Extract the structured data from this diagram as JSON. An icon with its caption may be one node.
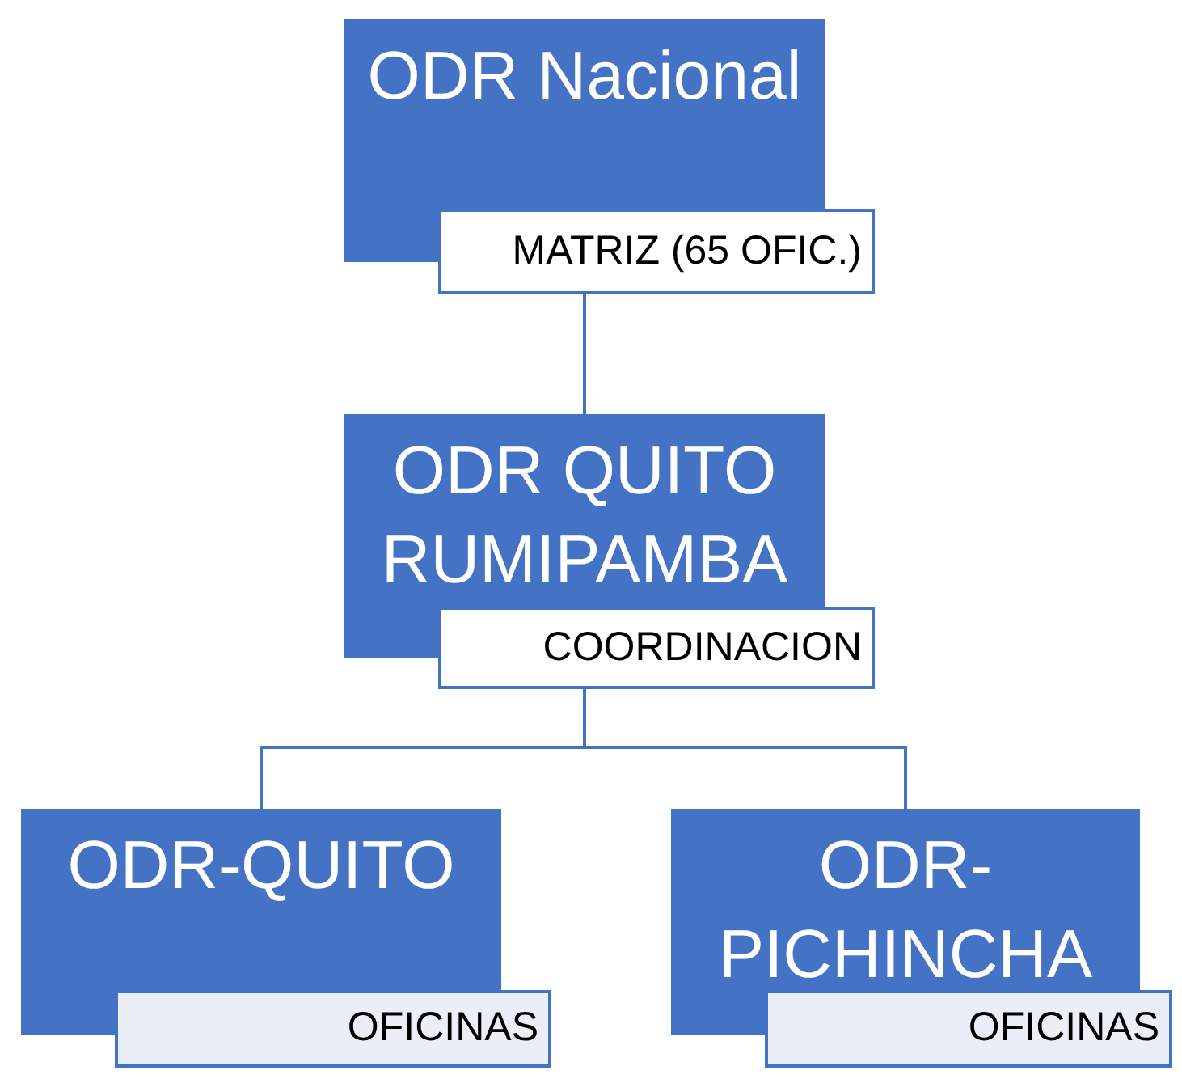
{
  "diagram": {
    "nodes": [
      {
        "text": [
          "ODR Nacional",
          "MATRIZ (65 OFIC.)"
        ]
      },
      {
        "text": [
          "ODR QUITO RUMIPAMBA",
          "COORDINACION"
        ]
      },
      {
        "text": [
          "ODR-QUITO",
          "OFICINAS"
        ]
      },
      {
        "text": [
          "ODR-PICHINCHA",
          "OFICINAS"
        ]
      }
    ],
    "edges": [
      {
        "from": 0,
        "to": 1,
        "arrow": "none"
      },
      {
        "from": 1,
        "to": 2,
        "arrow": "none"
      },
      {
        "from": 1,
        "to": 3,
        "arrow": "none"
      }
    ]
  }
}
